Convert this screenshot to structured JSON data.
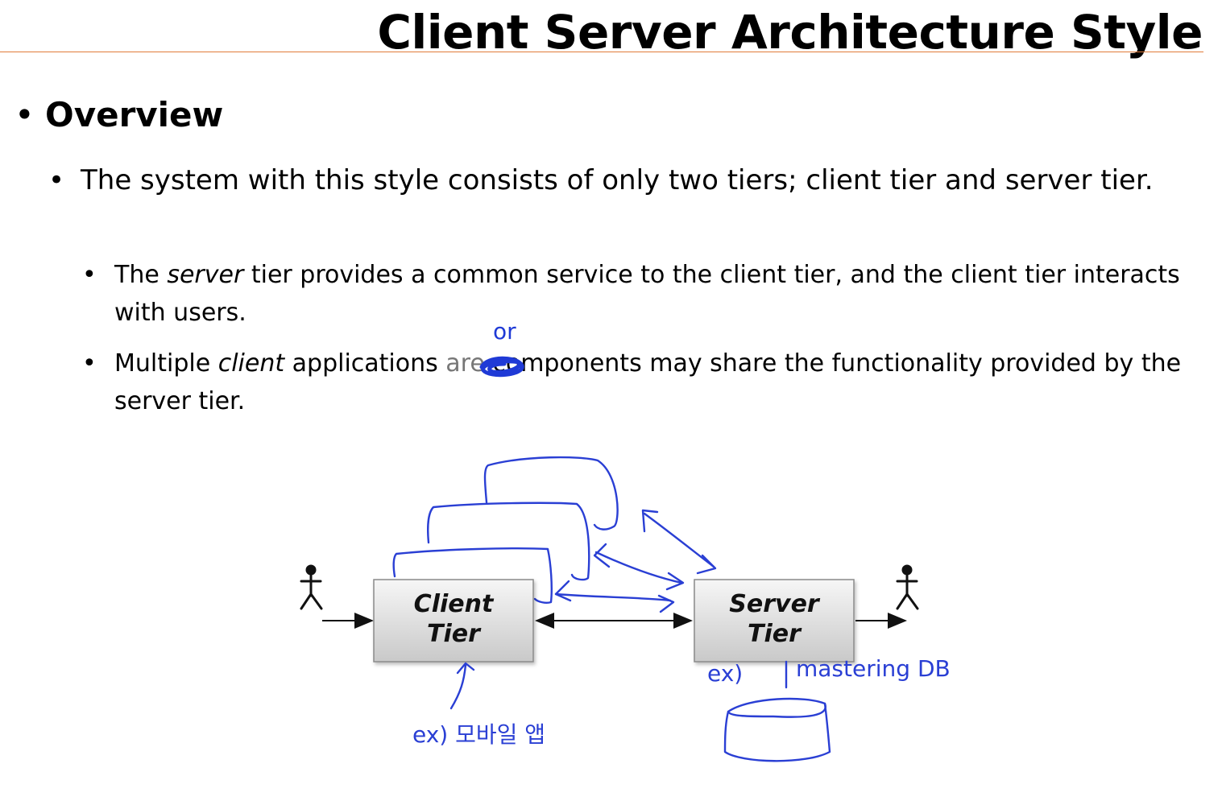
{
  "slide": {
    "title": "Client Server Architecture Style",
    "bullet_glyph": "•",
    "heading": "Overview",
    "point1": {
      "text": "The system with this style consists of only two tiers; client tier and server tier."
    },
    "point2": {
      "before": "The ",
      "emph": "server",
      "after": " tier provides a common service to the client tier, and the client tier interacts with users."
    },
    "point3": {
      "before": "Multiple ",
      "emph": "client",
      "middle": " applications ",
      "struck": "are",
      "after": " components may share the functionality provided by the server tier."
    }
  },
  "annotations": {
    "or_note": "or",
    "client_example": "ex) 모바일 앱",
    "server_example_prefix": "ex)",
    "server_example": "mastering DB"
  },
  "diagram": {
    "client_box": {
      "line1": "Client",
      "line2": "Tier"
    },
    "server_box": {
      "line1": "Server",
      "line2": "Tier"
    },
    "actor_icon": "stick-figure-icon",
    "box_fill_top": "#f6f6f6",
    "box_fill_bottom": "#c9c9c9",
    "annotation_color": "#2a3fd4",
    "title_rule_color": "#e07b39"
  }
}
